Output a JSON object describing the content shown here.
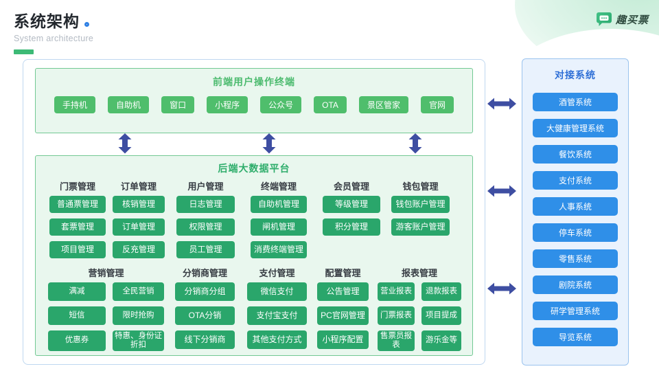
{
  "page": {
    "title": "系统架构",
    "subtitle": "System architecture"
  },
  "logo": {
    "text": "趣买票"
  },
  "frontend": {
    "title": "前端用户操作终端",
    "terminals": [
      "手持机",
      "自助机",
      "窗口",
      "小程序",
      "公众号",
      "OTA",
      "景区管家",
      "官网"
    ]
  },
  "backend": {
    "title": "后端大数据平台",
    "groups_row1": [
      {
        "header": "门票管理",
        "items": [
          "普通票管理",
          "套票管理",
          "项目管理"
        ]
      },
      {
        "header": "订单管理",
        "items": [
          "核销管理",
          "订单管理",
          "反充管理"
        ]
      },
      {
        "header": "用户管理",
        "items": [
          "日志管理",
          "权限管理",
          "员工管理"
        ]
      },
      {
        "header": "终端管理",
        "items": [
          "自助机管理",
          "闸机管理",
          "消费终端管理"
        ]
      },
      {
        "header": "会员管理",
        "items": [
          "等级管理",
          "积分管理"
        ]
      },
      {
        "header": "钱包管理",
        "items": [
          "钱包账户管理",
          "游客账户管理"
        ]
      }
    ],
    "groups_row2": [
      {
        "header": "营销管理",
        "items": [
          "满减",
          "全民营销",
          "短信",
          "限时抢购",
          "优惠券",
          "特惠、身份证折扣"
        ]
      },
      {
        "header": "分销商管理",
        "items": [
          "分销商分组",
          "OTA分销",
          "线下分销商"
        ]
      },
      {
        "header": "支付管理",
        "items": [
          "微信支付",
          "支付宝支付",
          "其他支付方式"
        ]
      },
      {
        "header": "配置管理",
        "items": [
          "公告管理",
          "PC官网管理",
          "小程序配置"
        ]
      },
      {
        "header": "报表管理",
        "items": [
          "营业报表",
          "退款报表",
          "门票报表",
          "项目提成",
          "售票员报表",
          "游乐金等"
        ]
      }
    ]
  },
  "integration": {
    "title": "对接系统",
    "systems": [
      "酒管系统",
      "大健康管理系统",
      "餐饮系统",
      "支付系统",
      "人事系统",
      "停车系统",
      "零售系统",
      "剧院系统",
      "研学管理系统",
      "导览系统"
    ]
  },
  "colors": {
    "frontend_button": "#4fbe6c",
    "backend_button": "#2aa66b",
    "integration_button": "#2f8fe8",
    "green_panel_bg": "#e9f7ee",
    "green_panel_border": "#72c893",
    "blue_panel_bg": "#e9f2fd",
    "blue_panel_border": "#9ac3ee",
    "arrow": "#3e4ea2",
    "title_accent_bar": "#3dba76",
    "frontend_title": "#4cbb6f",
    "backend_title": "#2ead6b",
    "integration_title": "#2e6fd6"
  }
}
